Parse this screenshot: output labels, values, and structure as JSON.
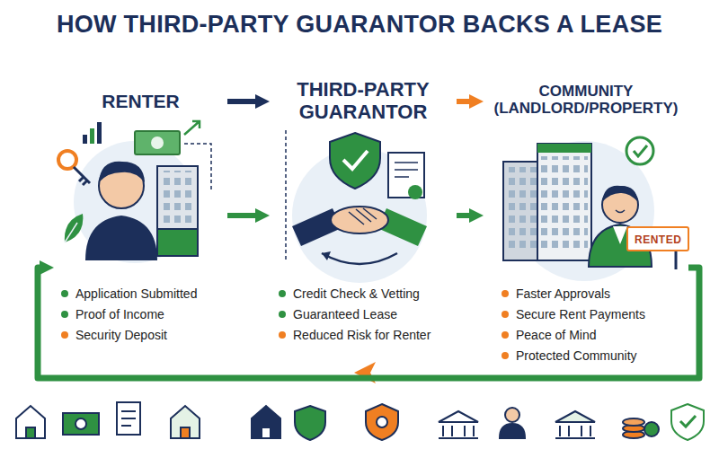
{
  "diagram": {
    "title": "HOW THIRD-PARTY GUARANTOR BACKS A LEASE",
    "nodes": [
      {
        "text": [
          "RENTER",
          "Application Submitted",
          "Proof of Income",
          "Security Deposit"
        ]
      },
      {
        "text": [
          "THIRD-PARTY GUARANTOR",
          "Credit Check & Vetting",
          "Guaranteed Lease",
          "Reduced Risk for Renter"
        ]
      },
      {
        "text": [
          "COMMUNITY (LANDLORD/PROPERTY)",
          "Faster Approvals",
          "Secure Rent Payments",
          "Peace of Mind",
          "Protected Community"
        ]
      }
    ],
    "edges": [
      {
        "from": 0,
        "to": 1,
        "arrow": "to"
      },
      {
        "from": 1,
        "to": 2,
        "arrow": "to"
      },
      {
        "from": 0,
        "to": 1,
        "arrow": "to"
      },
      {
        "from": 1,
        "to": 2,
        "arrow": "to"
      },
      {
        "from": 2,
        "to": 0,
        "arrow": "to"
      }
    ],
    "labels": [
      "RENTED"
    ]
  }
}
